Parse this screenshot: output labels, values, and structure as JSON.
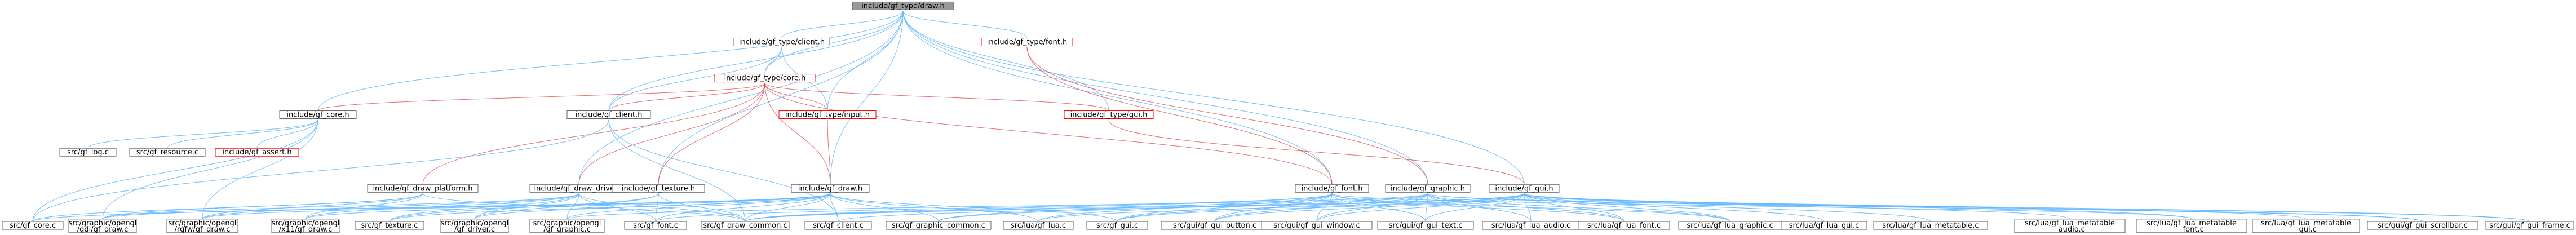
{
  "diagram": {
    "nodes": [
      {
        "id": "draw_h",
        "lines": [
          "include/gf_type/draw.h"
        ],
        "kind": "root"
      },
      {
        "id": "client_h",
        "lines": [
          "include/gf_type/client.h"
        ]
      },
      {
        "id": "font_t",
        "lines": [
          "include/gf_type/font.h"
        ],
        "kind": "red"
      },
      {
        "id": "core_t",
        "lines": [
          "include/gf_type/core.h"
        ],
        "kind": "red"
      },
      {
        "id": "input_t",
        "lines": [
          "include/gf_type/input.h"
        ],
        "kind": "red"
      },
      {
        "id": "gui_t",
        "lines": [
          "include/gf_type/gui.h"
        ],
        "kind": "red"
      },
      {
        "id": "gf_core_h",
        "lines": [
          "include/gf_core.h"
        ]
      },
      {
        "id": "gf_client_h",
        "lines": [
          "include/gf_client.h"
        ]
      },
      {
        "id": "gf_log",
        "lines": [
          "src/gf_log.c"
        ]
      },
      {
        "id": "gf_resource",
        "lines": [
          "src/gf_resource.c"
        ]
      },
      {
        "id": "gf_assert",
        "lines": [
          "include/gf_assert.h"
        ],
        "kind": "red"
      },
      {
        "id": "draw_platform_h",
        "lines": [
          "include/gf_draw_platform.h"
        ]
      },
      {
        "id": "draw_driver_h",
        "lines": [
          "include/gf_draw_driver.h"
        ]
      },
      {
        "id": "texture_h",
        "lines": [
          "include/gf_texture.h"
        ]
      },
      {
        "id": "gf_draw_h",
        "lines": [
          "include/gf_draw.h"
        ]
      },
      {
        "id": "gf_font_h",
        "lines": [
          "include/gf_font.h"
        ]
      },
      {
        "id": "gf_graphic_h",
        "lines": [
          "include/gf_graphic.h"
        ]
      },
      {
        "id": "gf_gui_h",
        "lines": [
          "include/gf_gui.h"
        ]
      },
      {
        "id": "s_core",
        "lines": [
          "src/gf_core.c"
        ]
      },
      {
        "id": "s_gdi",
        "lines": [
          "src/graphic/opengl",
          "/gdi/gf_draw.c"
        ]
      },
      {
        "id": "s_rgfw",
        "lines": [
          "src/graphic/opengl",
          "/rgfw/gf_draw.c"
        ]
      },
      {
        "id": "s_x11",
        "lines": [
          "src/graphic/opengl",
          "/x11/gf_draw.c"
        ]
      },
      {
        "id": "s_texture",
        "lines": [
          "src/gf_texture.c"
        ]
      },
      {
        "id": "s_driver",
        "lines": [
          "src/graphic/opengl",
          "/gf_driver.c"
        ]
      },
      {
        "id": "s_graphic_gl",
        "lines": [
          "src/graphic/opengl",
          "/gf_graphic.c"
        ]
      },
      {
        "id": "s_font",
        "lines": [
          "src/gf_font.c"
        ]
      },
      {
        "id": "s_draw_common",
        "lines": [
          "src/gf_draw_common.c"
        ]
      },
      {
        "id": "s_client",
        "lines": [
          "src/gf_client.c"
        ]
      },
      {
        "id": "s_graphic_common",
        "lines": [
          "src/gf_graphic_common.c"
        ]
      },
      {
        "id": "s_lua",
        "lines": [
          "src/lua/gf_lua.c"
        ]
      },
      {
        "id": "s_gui",
        "lines": [
          "src/gf_gui.c"
        ]
      },
      {
        "id": "s_gui_button",
        "lines": [
          "src/gui/gf_gui_button.c"
        ]
      },
      {
        "id": "s_gui_window",
        "lines": [
          "src/gui/gf_gui_window.c"
        ]
      },
      {
        "id": "s_gui_text",
        "lines": [
          "src/gui/gf_gui_text.c"
        ]
      },
      {
        "id": "s_lua_audio",
        "lines": [
          "src/lua/gf_lua_audio.c"
        ]
      },
      {
        "id": "s_lua_font",
        "lines": [
          "src/lua/gf_lua_font.c"
        ]
      },
      {
        "id": "s_lua_graphic",
        "lines": [
          "src/lua/gf_lua_graphic.c"
        ]
      },
      {
        "id": "s_lua_gui",
        "lines": [
          "src/lua/gf_lua_gui.c"
        ]
      },
      {
        "id": "s_lua_meta",
        "lines": [
          "src/lua/gf_lua_metatable.c"
        ]
      },
      {
        "id": "s_lua_meta_audio",
        "lines": [
          "src/lua/gf_lua_metatable",
          "_audio.c"
        ]
      },
      {
        "id": "s_lua_meta_font",
        "lines": [
          "src/lua/gf_lua_metatable",
          "_font.c"
        ]
      },
      {
        "id": "s_lua_meta_gui",
        "lines": [
          "src/lua/gf_lua_metatable",
          "_gui.c"
        ]
      },
      {
        "id": "s_gui_scrollbar",
        "lines": [
          "src/gui/gf_gui_scrollbar.c"
        ]
      },
      {
        "id": "s_gui_frame",
        "lines": [
          "src/gui/gf_gui_frame.c"
        ]
      }
    ],
    "edges": [
      [
        "draw_h",
        "client_h"
      ],
      [
        "draw_h",
        "font_t"
      ],
      [
        "draw_h",
        "core_t"
      ],
      [
        "draw_h",
        "input_t"
      ],
      [
        "draw_h",
        "gui_t"
      ],
      [
        "draw_h",
        "gf_core_h"
      ],
      [
        "draw_h",
        "gf_client_h"
      ],
      [
        "draw_h",
        "draw_driver_h"
      ],
      [
        "draw_h",
        "gf_draw_h"
      ],
      [
        "draw_h",
        "gf_font_h"
      ],
      [
        "draw_h",
        "gf_graphic_h"
      ],
      [
        "draw_h",
        "gf_gui_h"
      ],
      [
        "draw_h",
        "texture_h"
      ],
      [
        "client_h",
        "core_t"
      ],
      [
        "client_h",
        "input_t"
      ],
      [
        "client_h",
        "gf_client_h"
      ],
      [
        "core_t",
        "gf_core_h"
      ],
      [
        "core_t",
        "gf_client_h"
      ],
      [
        "core_t",
        "draw_platform_h"
      ],
      [
        "core_t",
        "draw_driver_h"
      ],
      [
        "core_t",
        "texture_h"
      ],
      [
        "core_t",
        "gf_draw_h"
      ],
      [
        "core_t",
        "input_t"
      ],
      [
        "core_t",
        "gui_t"
      ],
      [
        "core_t",
        "gf_font_h"
      ],
      [
        "font_t",
        "gf_font_h"
      ],
      [
        "font_t",
        "gf_graphic_h"
      ],
      [
        "input_t",
        "gf_draw_h"
      ],
      [
        "gui_t",
        "gf_gui_h"
      ],
      [
        "gf_core_h",
        "gf_log"
      ],
      [
        "gf_core_h",
        "gf_resource"
      ],
      [
        "gf_core_h",
        "gf_assert"
      ],
      [
        "gf_core_h",
        "s_core"
      ],
      [
        "gf_core_h",
        "s_gdi"
      ],
      [
        "gf_core_h",
        "s_rgfw"
      ],
      [
        "gf_client_h",
        "s_client"
      ],
      [
        "gf_client_h",
        "s_draw_common"
      ],
      [
        "gf_client_h",
        "s_core"
      ],
      [
        "draw_platform_h",
        "s_gdi"
      ],
      [
        "draw_platform_h",
        "s_rgfw"
      ],
      [
        "draw_platform_h",
        "s_x11"
      ],
      [
        "draw_platform_h",
        "s_draw_common"
      ],
      [
        "draw_platform_h",
        "s_core"
      ],
      [
        "draw_driver_h",
        "s_driver"
      ],
      [
        "draw_driver_h",
        "s_graphic_gl"
      ],
      [
        "draw_driver_h",
        "s_texture"
      ],
      [
        "draw_driver_h",
        "s_draw_common"
      ],
      [
        "draw_driver_h",
        "s_gdi"
      ],
      [
        "draw_driver_h",
        "s_rgfw"
      ],
      [
        "draw_driver_h",
        "s_x11"
      ],
      [
        "draw_driver_h",
        "s_font"
      ],
      [
        "texture_h",
        "s_texture"
      ],
      [
        "texture_h",
        "s_font"
      ],
      [
        "texture_h",
        "s_driver"
      ],
      [
        "texture_h",
        "s_draw_common"
      ],
      [
        "gf_draw_h",
        "s_gdi"
      ],
      [
        "gf_draw_h",
        "s_rgfw"
      ],
      [
        "gf_draw_h",
        "s_x11"
      ],
      [
        "gf_draw_h",
        "s_draw_common"
      ],
      [
        "gf_draw_h",
        "s_client"
      ],
      [
        "gf_draw_h",
        "s_graphic_common"
      ],
      [
        "gf_draw_h",
        "s_lua"
      ],
      [
        "gf_draw_h",
        "s_gui"
      ],
      [
        "gf_draw_h",
        "s_core"
      ],
      [
        "gf_draw_h",
        "s_texture"
      ],
      [
        "gf_draw_h",
        "s_driver"
      ],
      [
        "gf_draw_h",
        "s_graphic_gl"
      ],
      [
        "gf_draw_h",
        "s_font"
      ],
      [
        "gf_font_h",
        "s_font"
      ],
      [
        "gf_font_h",
        "s_draw_common"
      ],
      [
        "gf_font_h",
        "s_gui"
      ],
      [
        "gf_font_h",
        "s_gui_button"
      ],
      [
        "gf_font_h",
        "s_gui_window"
      ],
      [
        "gf_font_h",
        "s_gui_text"
      ],
      [
        "gf_font_h",
        "s_lua_font"
      ],
      [
        "gf_font_h",
        "s_lua_meta_font"
      ],
      [
        "gf_font_h",
        "s_graphic_common"
      ],
      [
        "gf_font_h",
        "s_lua_graphic"
      ],
      [
        "gf_font_h",
        "s_lua"
      ],
      [
        "gf_graphic_h",
        "s_graphic_common"
      ],
      [
        "gf_graphic_h",
        "s_graphic_gl"
      ],
      [
        "gf_graphic_h",
        "s_gui"
      ],
      [
        "gf_graphic_h",
        "s_gui_button"
      ],
      [
        "gf_graphic_h",
        "s_gui_window"
      ],
      [
        "gf_graphic_h",
        "s_gui_text"
      ],
      [
        "gf_graphic_h",
        "s_lua_graphic"
      ],
      [
        "gf_graphic_h",
        "s_gui_scrollbar"
      ],
      [
        "gf_graphic_h",
        "s_gui_frame"
      ],
      [
        "gf_graphic_h",
        "s_draw_common"
      ],
      [
        "gf_graphic_h",
        "s_lua_font"
      ],
      [
        "gf_graphic_h",
        "s_lua_audio"
      ],
      [
        "gf_gui_h",
        "s_gui"
      ],
      [
        "gf_gui_h",
        "s_gui_button"
      ],
      [
        "gf_gui_h",
        "s_gui_window"
      ],
      [
        "gf_gui_h",
        "s_gui_text"
      ],
      [
        "gf_gui_h",
        "s_lua_gui"
      ],
      [
        "gf_gui_h",
        "s_lua_meta_gui"
      ],
      [
        "gf_gui_h",
        "s_gui_scrollbar"
      ],
      [
        "gf_gui_h",
        "s_gui_frame"
      ],
      [
        "gf_gui_h",
        "s_lua"
      ],
      [
        "gf_gui_h",
        "s_lua_audio"
      ],
      [
        "gf_gui_h",
        "s_lua_font"
      ],
      [
        "gf_gui_h",
        "s_lua_graphic"
      ],
      [
        "gf_gui_h",
        "s_lua_meta"
      ],
      [
        "gf_gui_h",
        "s_lua_meta_audio"
      ],
      [
        "gf_gui_h",
        "s_lua_meta_font"
      ],
      [
        "gf_gui_h",
        "s_draw_common"
      ],
      [
        "gf_gui_h",
        "s_client"
      ]
    ]
  }
}
